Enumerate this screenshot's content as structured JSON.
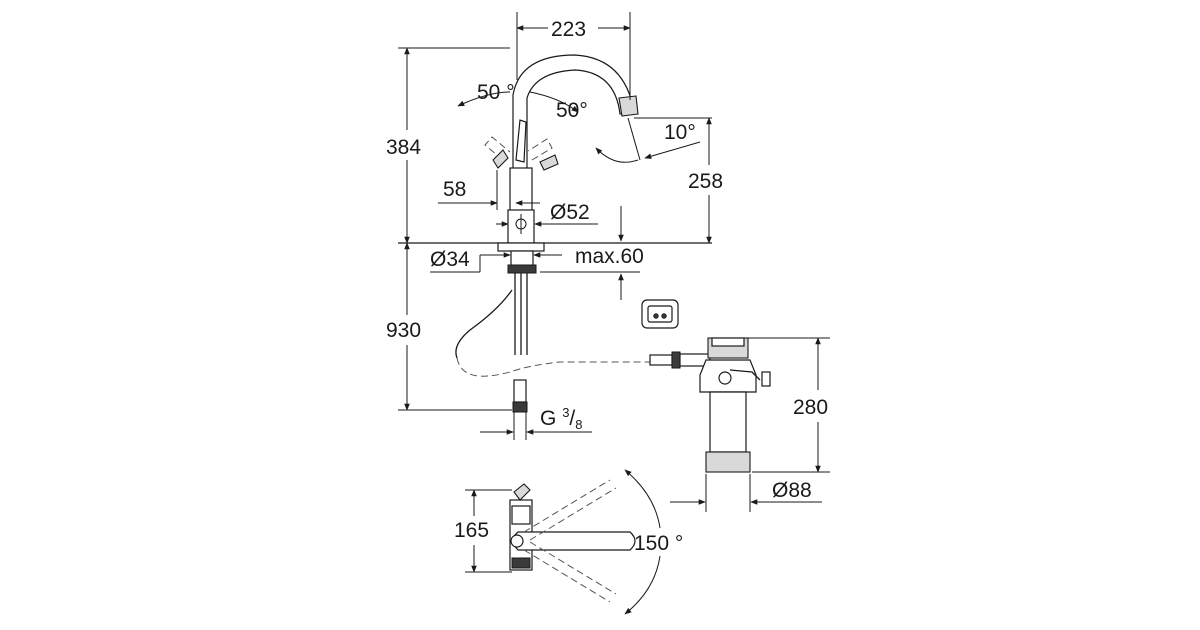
{
  "dimensions": {
    "spout_reach": "223",
    "angle_left": "50",
    "angle_right": "50",
    "spout_tilt_angle": "10",
    "degree_symbol": "°",
    "total_height": "384",
    "spout_height": "258",
    "handle_offset": "58",
    "body_diameter": "Ø52",
    "shank_diameter": "Ø34",
    "max_deck": "max.60",
    "hose_length": "930",
    "connection_thread": "G",
    "thread_numerator": "3",
    "thread_slash": "/",
    "thread_denominator": "8",
    "filter_height": "280",
    "filter_diameter": "Ø88",
    "plan_height": "165",
    "swivel_angle": "150"
  }
}
